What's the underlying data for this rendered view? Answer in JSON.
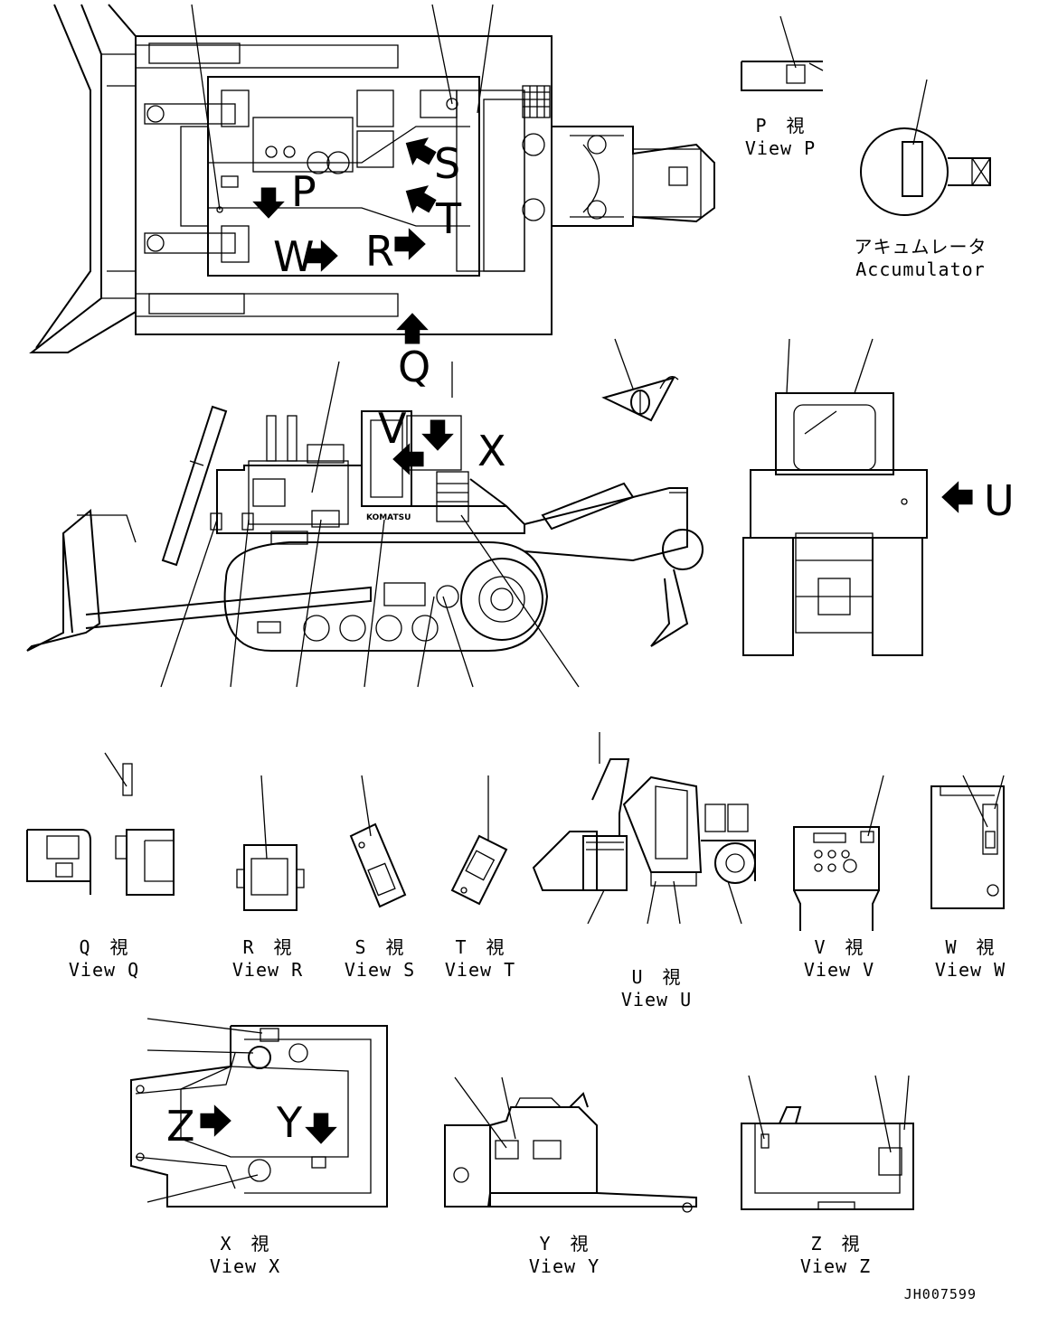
{
  "top_view_letters": {
    "p": "P",
    "s": "S",
    "t": "T",
    "w": "W",
    "r": "R",
    "q": "Q"
  },
  "side_view_letters": {
    "v": "V",
    "x": "X",
    "u": "U"
  },
  "x_view_letters": {
    "z": "Z",
    "y": "Y"
  },
  "brand_mark": "KOMATSU",
  "view_captions": {
    "p": {
      "jp": "P　視",
      "en": "View P"
    },
    "accumulator": {
      "jp": "アキュムレータ",
      "en": "Accumulator"
    },
    "q": {
      "jp": "Q　視",
      "en": "View Q"
    },
    "r": {
      "jp": "R　視",
      "en": "View R"
    },
    "s": {
      "jp": "S　視",
      "en": "View S"
    },
    "t": {
      "jp": "T　視",
      "en": "View T"
    },
    "u": {
      "jp": "U　視",
      "en": "View U"
    },
    "v": {
      "jp": "V　視",
      "en": "View V"
    },
    "w": {
      "jp": "W　視",
      "en": "View W"
    },
    "x": {
      "jp": "X　視",
      "en": "View X"
    },
    "y": {
      "jp": "Y　視",
      "en": "View Y"
    },
    "z": {
      "jp": "Z　視",
      "en": "View Z"
    }
  },
  "drawing_number": "JH007599"
}
